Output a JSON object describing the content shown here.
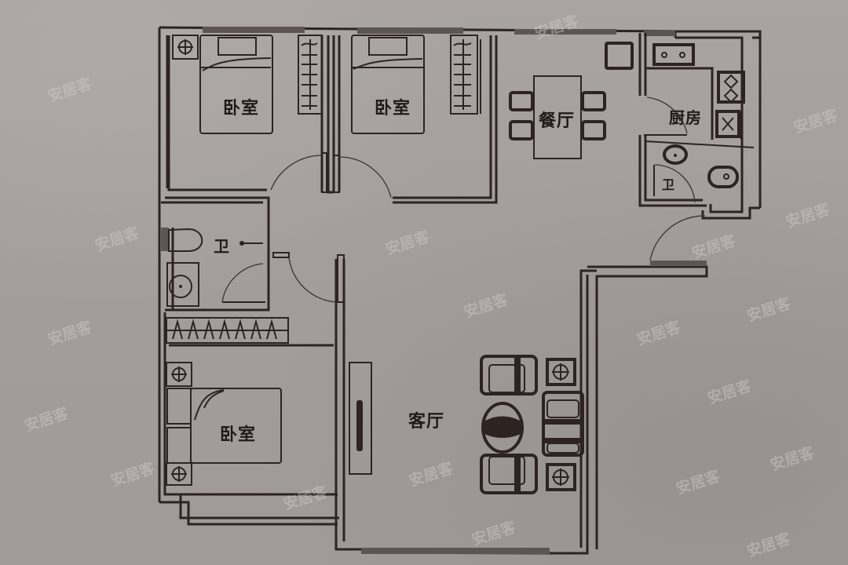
{
  "floorplan": {
    "rooms": [
      {
        "id": "bedroom-1",
        "label": "卧室"
      },
      {
        "id": "bedroom-2",
        "label": "卧室"
      },
      {
        "id": "dining-room",
        "label": "餐厅"
      },
      {
        "id": "kitchen",
        "label": "厨房"
      },
      {
        "id": "bathroom-1",
        "label": "卫"
      },
      {
        "id": "bathroom-2",
        "label": "卫"
      },
      {
        "id": "bedroom-3",
        "label": "卧室"
      },
      {
        "id": "living-room",
        "label": "客厅"
      }
    ],
    "watermark_text": "安居客",
    "colors": {
      "paper": "#a49e9c",
      "ink": "#2d2422",
      "window": "#5c5553",
      "watermark": "#d7d2d0"
    }
  }
}
